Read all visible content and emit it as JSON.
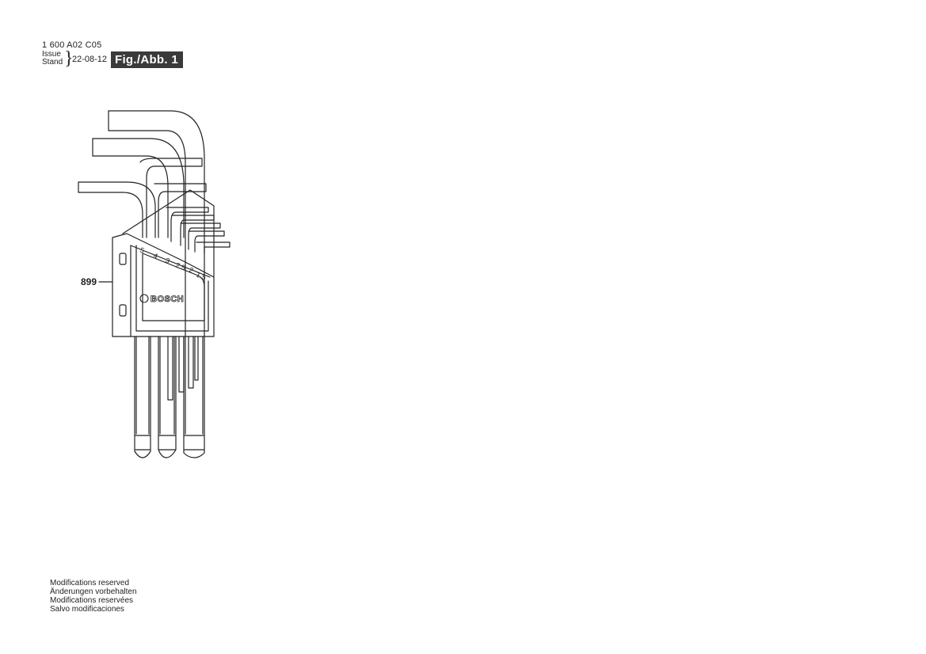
{
  "header": {
    "doc_code": "1 600 A02 C05",
    "issue_label": "Issue",
    "stand_label": "Stand",
    "date": "22-08-12",
    "figure_label": "Fig./Abb. 1"
  },
  "diagram": {
    "part_number": "899",
    "brand": "BOSCH",
    "key_sizes": [
      "5",
      "4",
      "3",
      "2.5",
      "2",
      "1.5"
    ]
  },
  "footer": {
    "lines": [
      "Modifications reserved",
      "Änderungen vorbehalten",
      "Modifications reservées",
      "Salvo modificaciones"
    ]
  }
}
